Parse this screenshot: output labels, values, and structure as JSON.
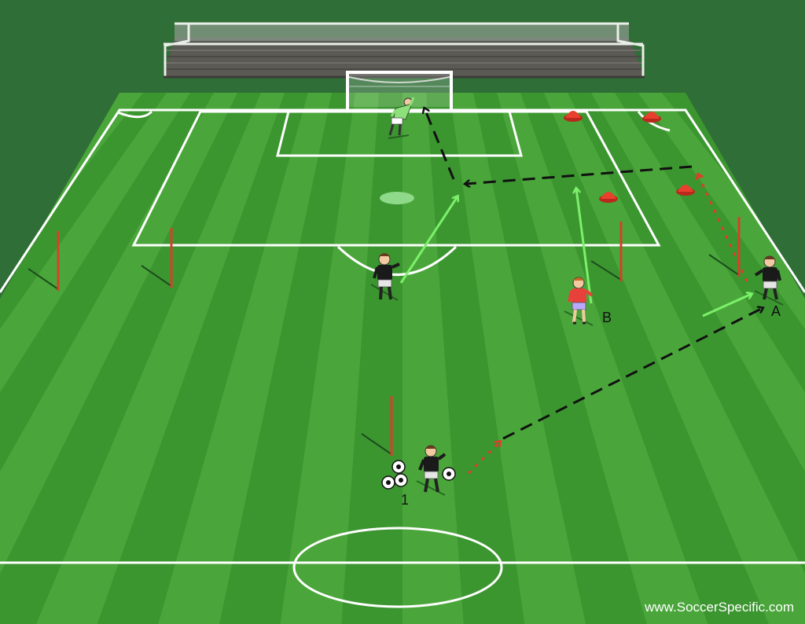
{
  "diagram": {
    "labels": {
      "player_a": "A",
      "player_b": "B",
      "player_1": "1"
    },
    "watermark": "www.SoccerSpecific.com",
    "colors": {
      "background": "#2f6e36",
      "pitch_light": "#4aa63a",
      "pitch_dark": "#3c9630",
      "line": "#ffffff",
      "pass_arrow": "#111111",
      "run_arrow": "#7cf06a",
      "dribble_arrow": "#e23b2a",
      "pole": "#d4412a",
      "cone": "#e8402c",
      "keeper_shirt": "#8ee07a",
      "defender_shirt": "#e8403a",
      "attacker_shirt": "#1a1a1a"
    }
  }
}
